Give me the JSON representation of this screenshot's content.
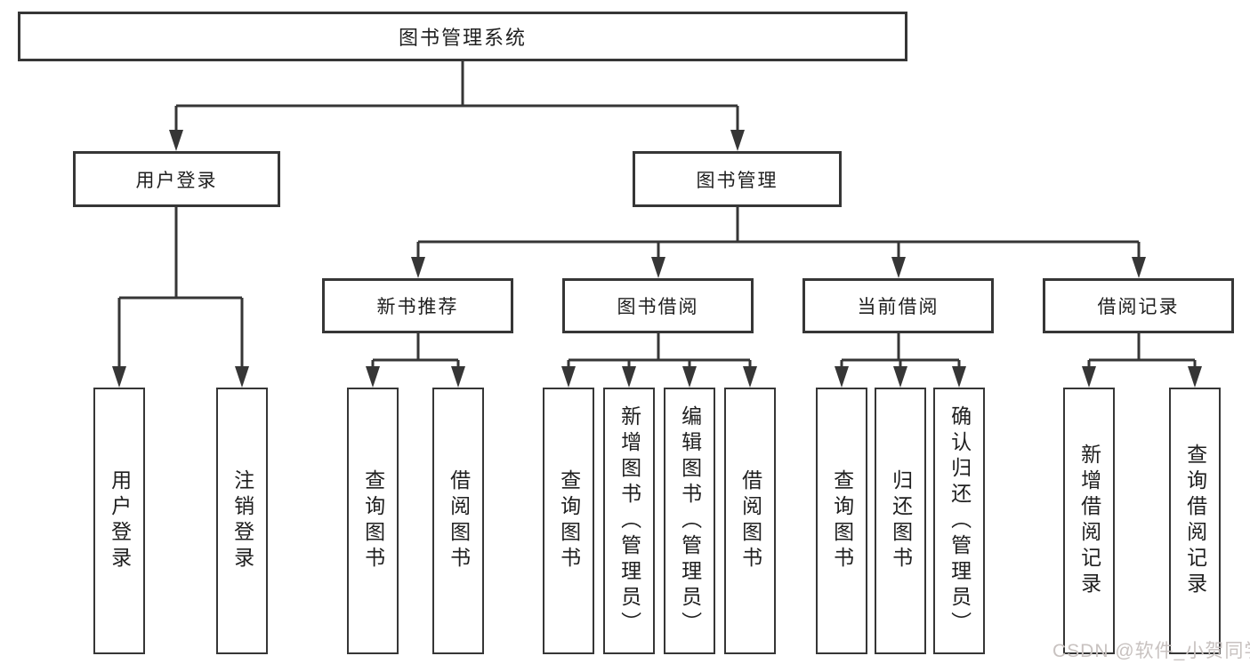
{
  "diagram": {
    "nodes": {
      "root": "图书管理系统",
      "user_login": "用户登录",
      "book_mgmt": "图书管理",
      "new_book": "新书推荐",
      "book_borrow": "图书借阅",
      "current_borrow": "当前借阅",
      "borrow_records": "借阅记录",
      "leaf_login": "用户登录",
      "leaf_logout": "注销登录",
      "nb_query": "查询图书",
      "nb_borrow": "借阅图书",
      "bb_query": "查询图书",
      "bb_add": "新增图书（管理员）",
      "bb_edit": "编辑图书（管理员）",
      "bb_borrow": "借阅图书",
      "cb_query": "查询图书",
      "cb_return": "归还图书",
      "cb_confirm": "确认归还（管理员）",
      "br_add": "新增借阅记录",
      "br_query": "查询借阅记录"
    },
    "watermark": "CSDN @软件_小贺同学",
    "colors": {
      "line": "#363636",
      "background": "#ffffff",
      "text": "#1f1f1f",
      "watermark": "#c8c2c0"
    }
  }
}
